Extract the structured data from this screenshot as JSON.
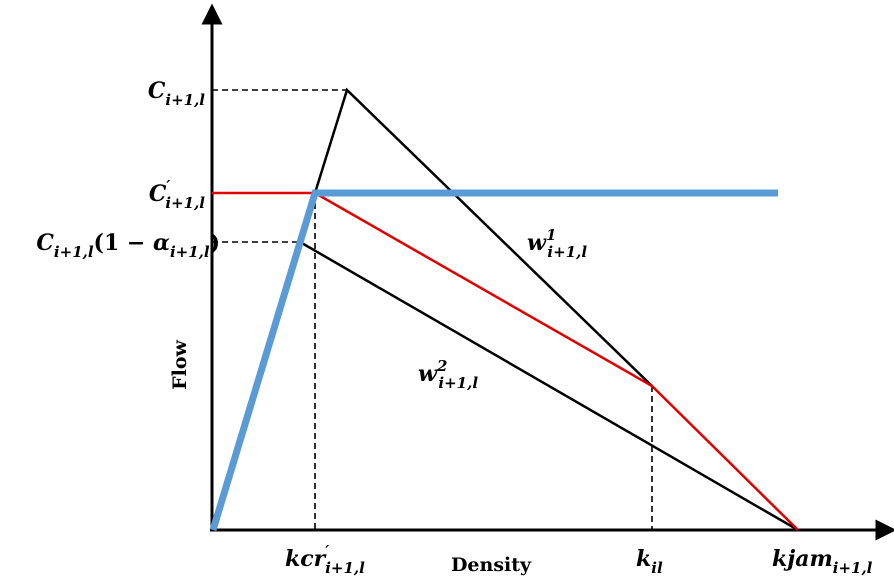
{
  "axes": {
    "x_title": "Density",
    "y_title": "Flow"
  },
  "labels": {
    "c_base": "C",
    "c_sub": "i+1,l",
    "cprime_base": "C",
    "cprime_sup": "′",
    "cprime_sub": "i+1,l",
    "calpha_base": "C",
    "calpha_sub": "i+1,l",
    "calpha_open": "(1 − ",
    "calpha_alpha": "α",
    "calpha_alpha_sub": "i+1,l",
    "calpha_close": ")",
    "w1_base": "w",
    "w1_sup": "1",
    "w1_sub": "i+1,l",
    "w2_base": "w",
    "w2_sup": "2",
    "w2_sub": "i+1,l",
    "kcr_base": "kcr",
    "kcr_sup": "′",
    "kcr_sub": "i+1,l",
    "kil_base": "k",
    "kil_sub": "il",
    "kjam_base": "kjam",
    "kjam_sub": "i+1,l"
  },
  "colors": {
    "axis": "#000000",
    "black_line": "#000000",
    "red_line": "#e00000",
    "blue_line": "#5b9bd5",
    "dashed": "#000000"
  }
}
